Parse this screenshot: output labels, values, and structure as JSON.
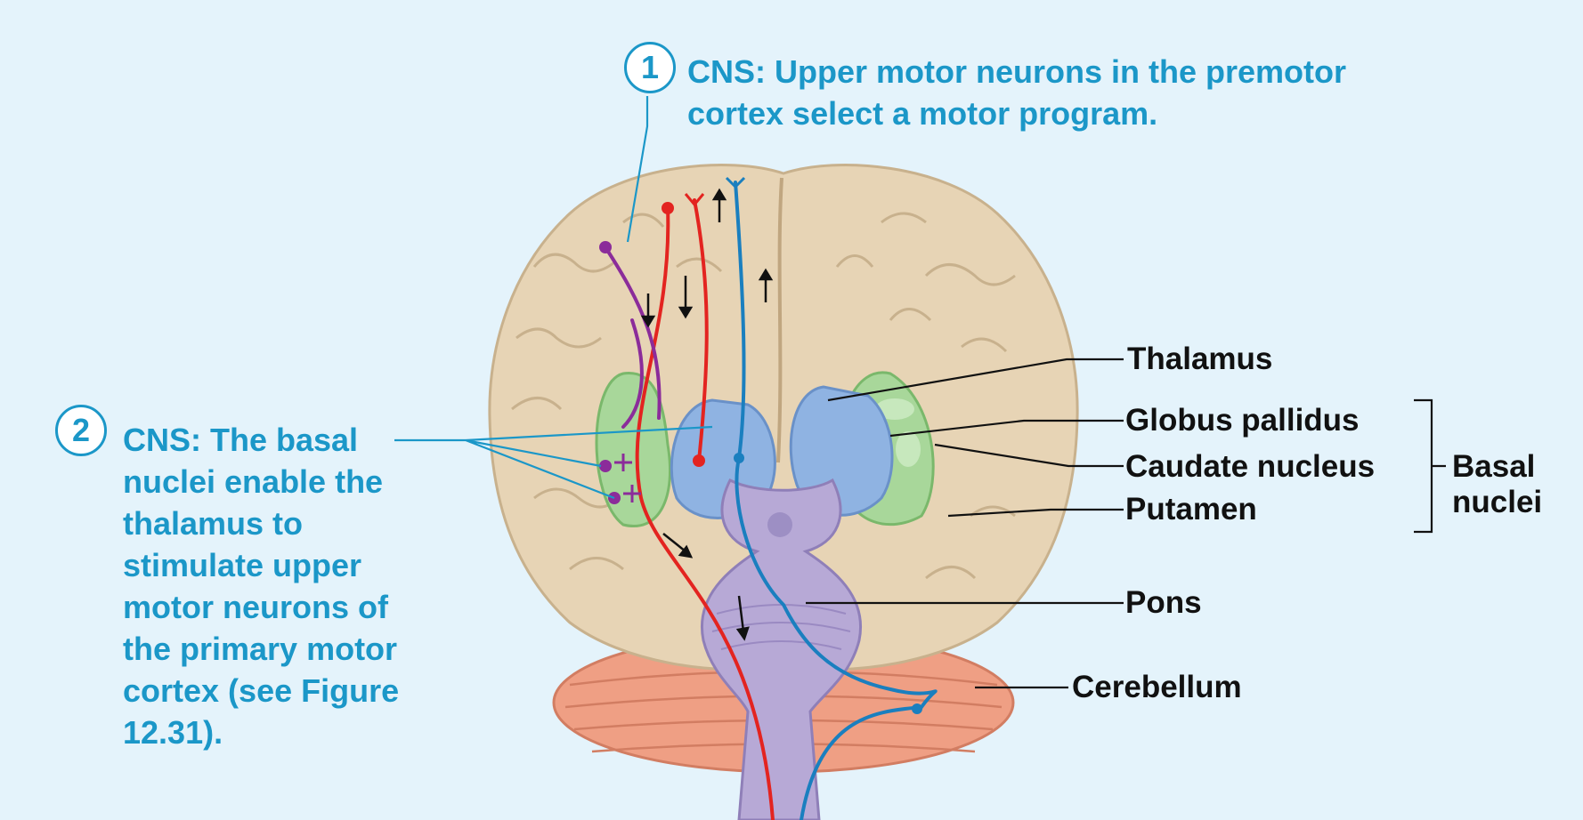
{
  "colors": {
    "background": "#e4f3fb",
    "step_text": "#1b97c8",
    "cortex": "#e7d4b5",
    "thalamus": "#8fb3e2",
    "basal_nuclei": "#a8d79a",
    "brainstem": "#b7a9d6",
    "cerebellum": "#ef9f84",
    "pathway_red": "#e32420",
    "pathway_blue": "#1a7fbf",
    "pathway_purple": "#8b2c9a"
  },
  "steps": [
    {
      "number": "1",
      "lead": "CNS:",
      "lines": [
        "Upper motor neurons in the premotor",
        "cortex select a motor program."
      ]
    },
    {
      "number": "2",
      "lead": "CNS:",
      "lines": [
        "The basal",
        "nuclei enable the",
        "thalamus to",
        "stimulate upper",
        "motor neurons of",
        "the primary motor",
        "cortex (see Figure",
        "12.31)."
      ]
    }
  ],
  "labels": {
    "thalamus": "Thalamus",
    "globus_pallidus": "Globus pallidus",
    "caudate_nucleus": "Caudate nucleus",
    "putamen": "Putamen",
    "basal_nuclei_line1": "Basal",
    "basal_nuclei_line2": "nuclei",
    "pons": "Pons",
    "cerebellum": "Cerebellum"
  }
}
